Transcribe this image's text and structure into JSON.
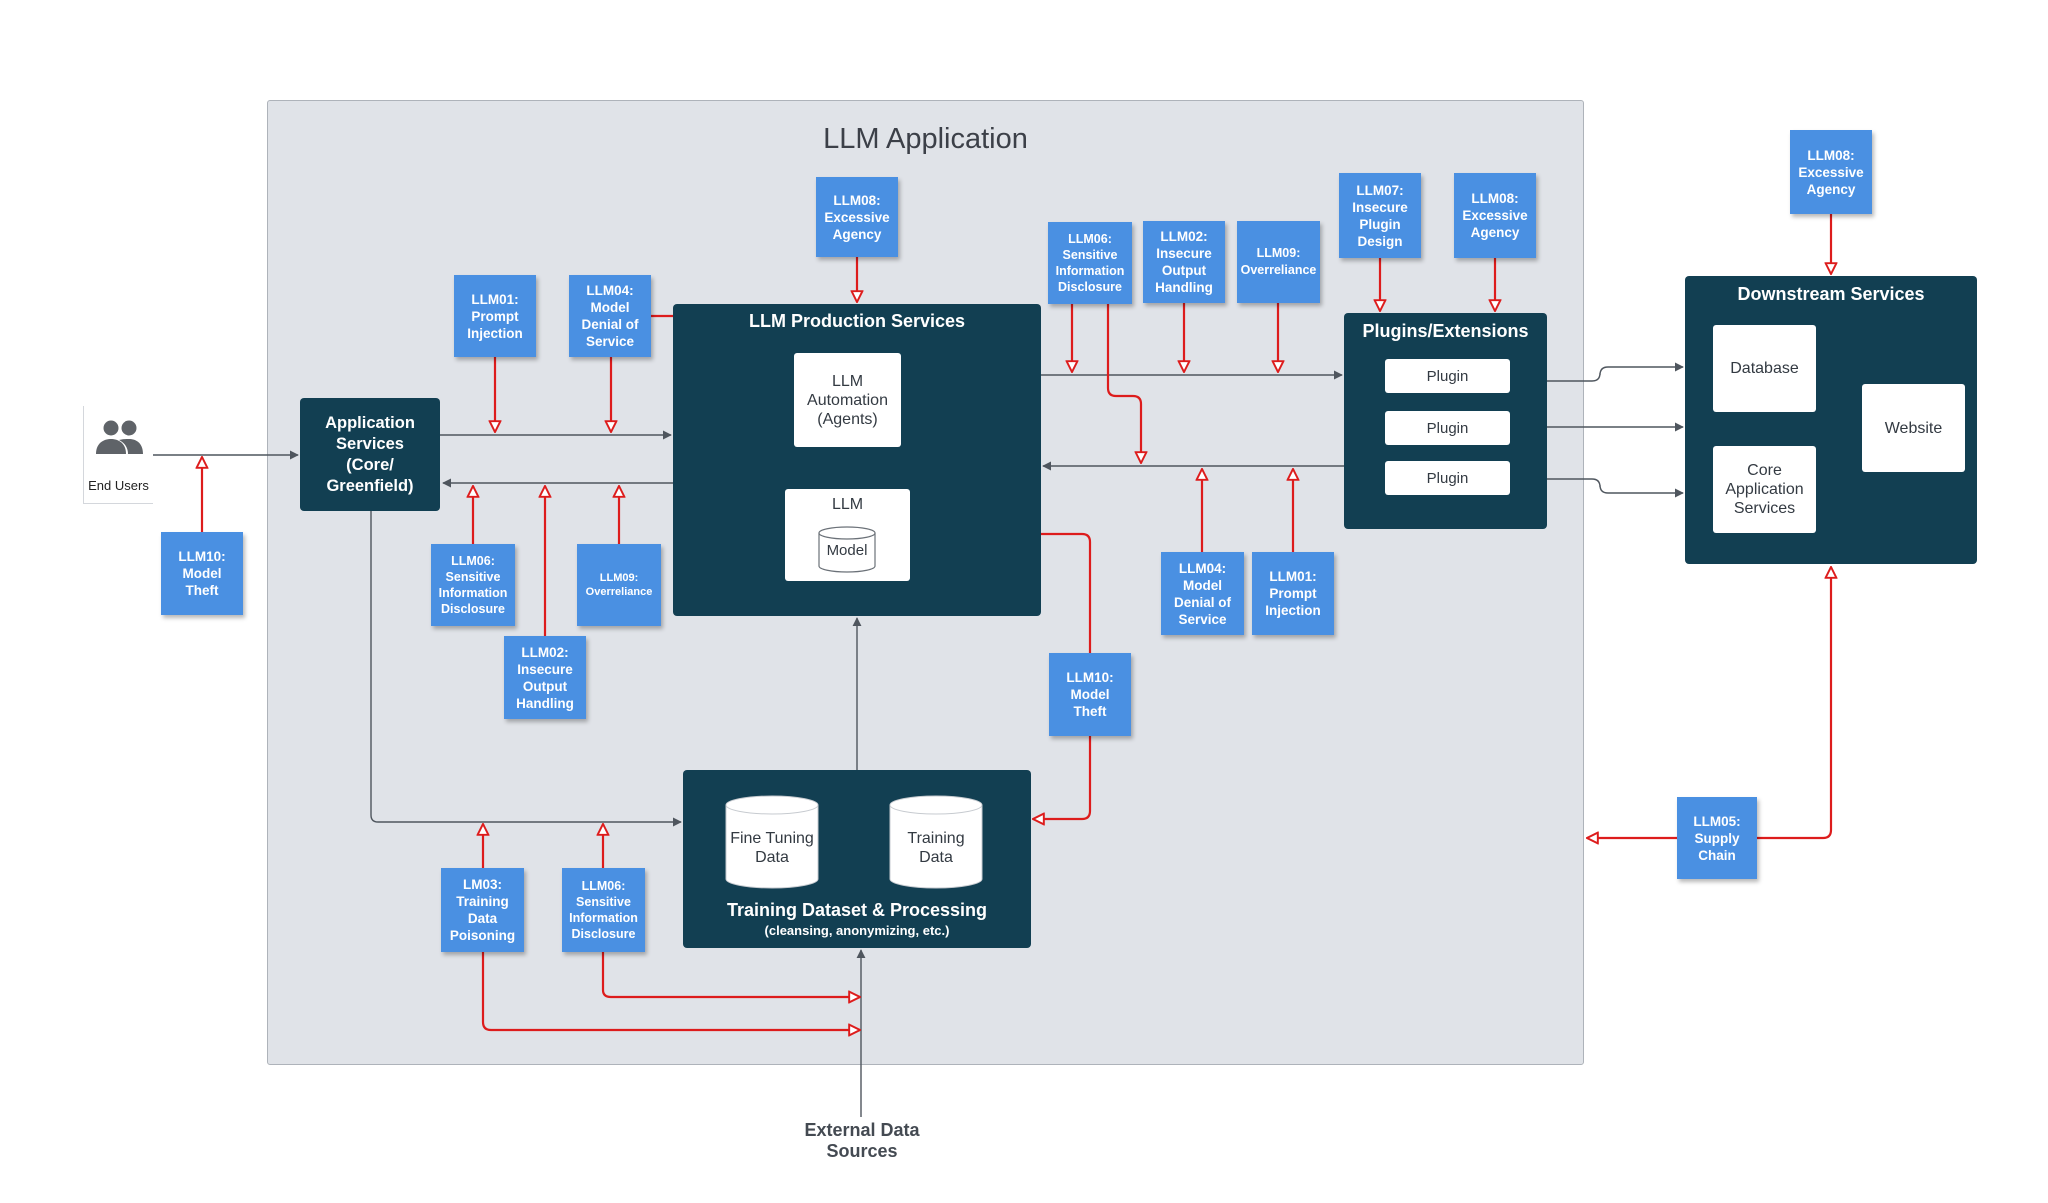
{
  "app_boundary": {
    "title": "LLM Application"
  },
  "end_users": {
    "label": "End Users",
    "icon": "users-icon"
  },
  "app_services": {
    "title": "Application\nServices\n(Core/\nGreenfield)"
  },
  "llm_production": {
    "title": "LLM Production Services",
    "automation": "LLM\nAutomation\n(Agents)",
    "llm": "LLM",
    "model": "Model"
  },
  "plugins": {
    "title": "Plugins/Extensions",
    "items": [
      "Plugin",
      "Plugin",
      "Plugin"
    ]
  },
  "downstream": {
    "title": "Downstream Services",
    "database": "Database",
    "core_app": "Core\nApplication\nServices",
    "website": "Website"
  },
  "training": {
    "title": "Training Dataset & Processing",
    "subtitle": "(cleansing, anonymizing, etc.)",
    "fine_tuning": "Fine Tuning\nData",
    "training_data": "Training\nData"
  },
  "external_sources": "External Data\nSources",
  "notes": {
    "llm08_top": "LLM08:\nExcessive\nAgency",
    "llm01_app": "LLM01:\nPrompt\nInjection",
    "llm04_app": "LLM04:\nModel\nDenial of\nService",
    "llm10_user": "LLM10:\nModel\nTheft",
    "llm06_app": "LLM06:\nSensitive\nInformation\nDisclosure",
    "llm02_app": "LLM02:\nInsecure\nOutput\nHandling",
    "llm09_app": "LLM09:\nOverreliance",
    "llm06_plug": "LLM06:\nSensitive\nInformation\nDisclosure",
    "llm02_plug": "LLM02:\nInsecure\nOutput\nHandling",
    "llm09_plug": "LLM09:\nOverreliance",
    "llm07_plug": "LLM07:\nInsecure\nPlugin\nDesign",
    "llm08_plug": "LLM08:\nExcessive\nAgency",
    "llm08_down": "LLM08:\nExcessive\nAgency",
    "llm04_plug": "LLM04:\nModel\nDenial of\nService",
    "llm01_plug": "LLM01:\nPrompt\nInjection",
    "llm10_model": "LLM10:\nModel\nTheft",
    "llm05_supply": "LLM05:\nSupply\nChain",
    "lm03_train": "LM03:\nTraining\nData\nPoisoning",
    "llm06_train": "LLM06:\nSensitive\nInformation\nDisclosure"
  },
  "colors": {
    "dark_box": "#123f52",
    "sticky_note": "#4a90e2",
    "threat_arrow": "#dd1c1c",
    "flow_arrow": "#4f565e",
    "boundary": "#e0e3e8"
  }
}
